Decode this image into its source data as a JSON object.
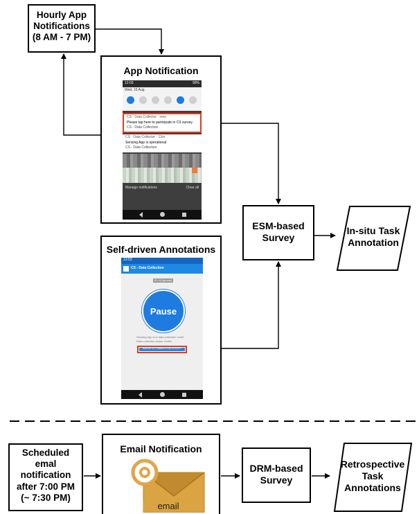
{
  "boxes": {
    "hourly": "Hourly App Notifications (8 AM - 7 PM)",
    "app_notification_title": "App Notification",
    "self_driven_title": "Self-driven Annotations",
    "esm_survey": "ESM-based Survey",
    "insitu": "In-situ Task Annotation",
    "scheduled": "Scheduled emal notification after 7:00 PM (~ 7:30 PM)",
    "email_notification_title": "Email Notification",
    "email_label": "email",
    "drm_survey": "DRM-based Survey",
    "retrospective": "Retrospective Task Annotations"
  },
  "phone1": {
    "time": "12:03",
    "battery": "99%",
    "date": "Wed, 15 Aug",
    "notif1_app": "CS · Data Collector · now",
    "notif1_text": "Please tap here to participate in CS survey.",
    "notif1_sub": "CS - Data Collection",
    "notif2_app": "CS · Data Collector · 13m",
    "notif2_text": "Sensing App is operational",
    "notif2_sub": "CS - Data Collection",
    "manage": "Manage notifications",
    "clear": "Clear all"
  },
  "phone2": {
    "time": "13:53",
    "app_title": "CS - Data Collection",
    "badge": "ID: A0 [phone]",
    "pause": "Pause",
    "status1": "Sensing App is in data collection mode.",
    "status2": "Data collection status: Active",
    "report_btn": "REPORT MY CURRENT TASK ACTIVITY"
  },
  "colors": {
    "highlight": "#e03a1e",
    "pause_blue": "#1e7be0",
    "envelope": "#d9a441"
  }
}
